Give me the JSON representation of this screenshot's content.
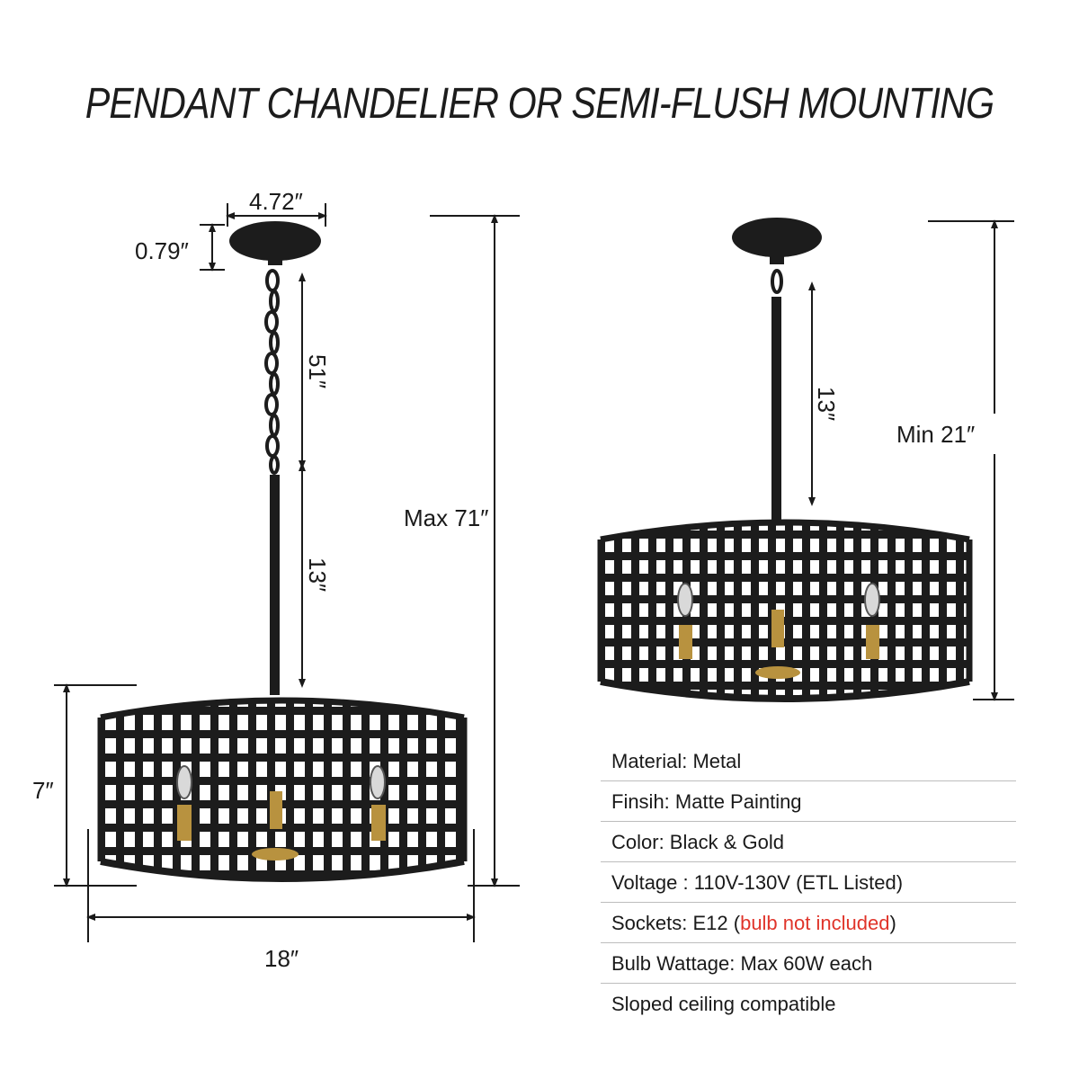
{
  "title": "PENDANT CHANDELIER OR SEMI-FLUSH MOUNTING",
  "dimensions": {
    "canopy_width": "4.72″",
    "canopy_height": "0.79″",
    "chain_length": "51″",
    "rod_length_left": "13″",
    "max_height": "Max 71″",
    "shade_height": "7″",
    "shade_diameter": "18″",
    "rod_length_right": "13″",
    "min_height": "Min 21″"
  },
  "specs": [
    {
      "label": "Material: Metal"
    },
    {
      "label": "Finsih: Matte Painting"
    },
    {
      "label": "Color: Black & Gold"
    },
    {
      "label": "Voltage : 110V-130V (ETL Listed)"
    },
    {
      "label": "Sockets: E12 (",
      "red": "bulb not included",
      "tail": ")"
    },
    {
      "label": "Bulb Wattage: Max 60W each"
    },
    {
      "label": "Sloped ceiling compatible"
    }
  ],
  "colors": {
    "frame": "#1c1c1c",
    "gold": "#b8923f",
    "note_red": "#e0342a"
  }
}
